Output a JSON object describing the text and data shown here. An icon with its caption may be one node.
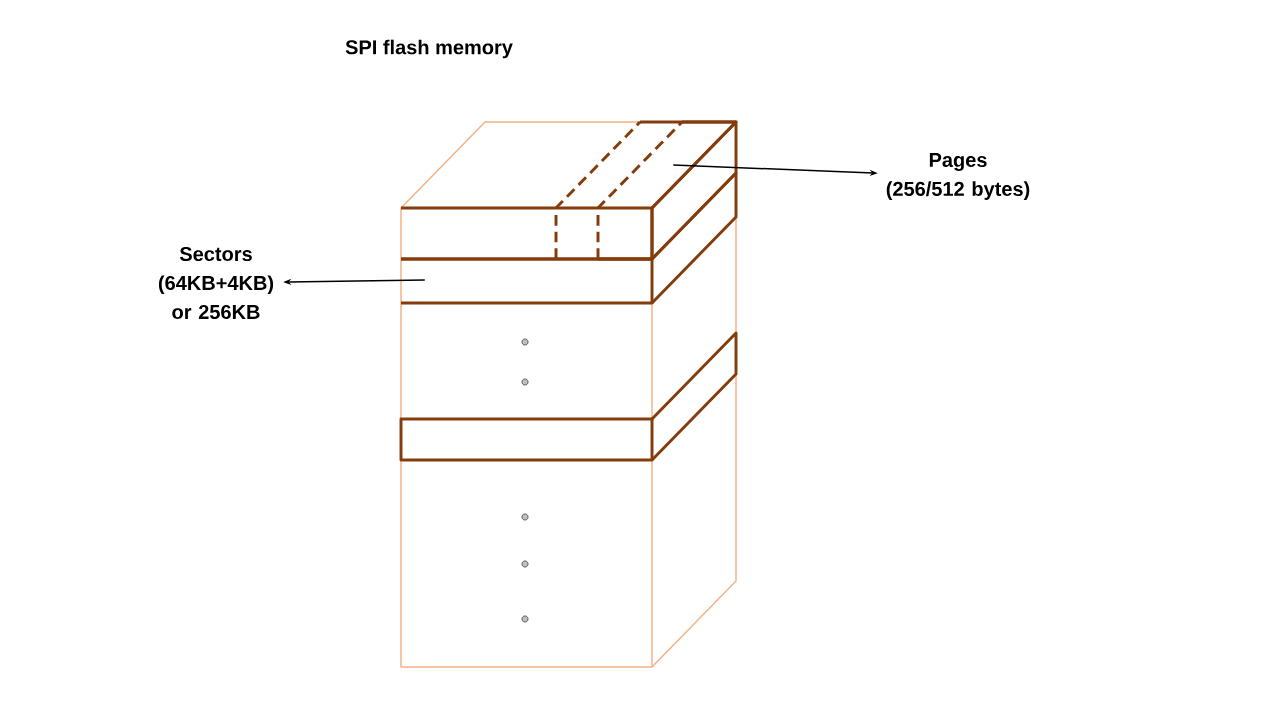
{
  "diagram": {
    "title": "SPI flash memory",
    "nodes": [
      {
        "text": [],
        "shape": "box"
      },
      {
        "text": [],
        "shape": "bar",
        "in": 0
      },
      {
        "text": [
          "Pages (256/512 bytes)"
        ]
      },
      {
        "text": [
          "Sectors (64KB+4KB) or 256KB"
        ]
      },
      {
        "text": [],
        "shape": "box"
      },
      {
        "text": [],
        "shape": "box"
      }
    ],
    "edges": [
      {
        "from": 1,
        "to": 2,
        "arrow": "to"
      },
      {
        "from": 4,
        "to": 3,
        "arrow": "to"
      }
    ]
  }
}
